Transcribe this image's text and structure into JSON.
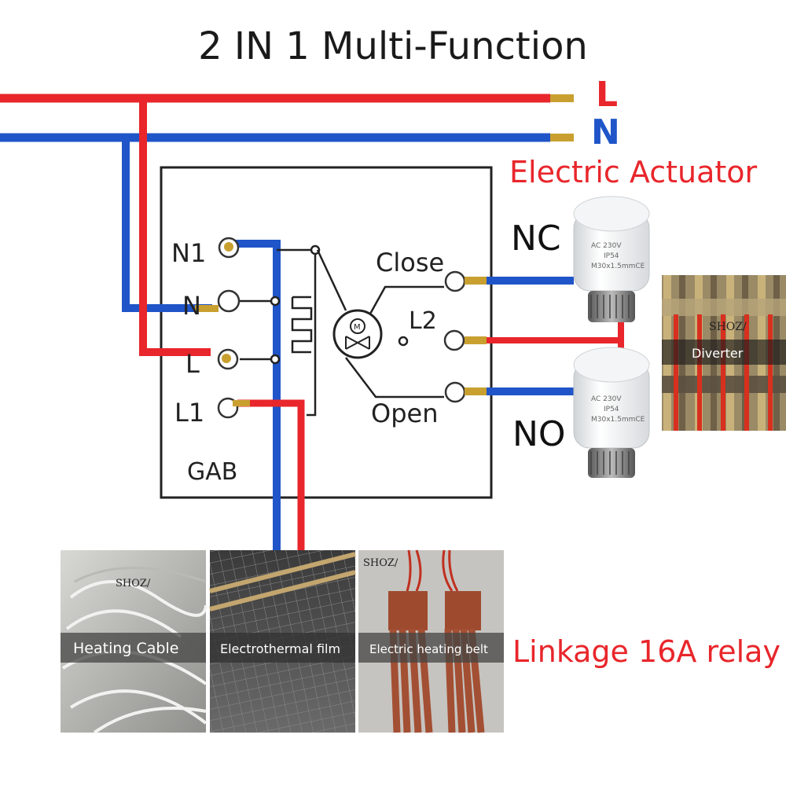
{
  "title": "2 IN 1 Multi-Function",
  "lines": {
    "live": "L",
    "neutral": "N"
  },
  "actuator": {
    "heading": "Electric Actuator",
    "nc_label": "NC",
    "no_label": "NO",
    "body_text": [
      "AC 230V",
      "IP54",
      "M30x1.5mmCE"
    ]
  },
  "controller": {
    "name": "GAB",
    "terminals": {
      "n1": "N1",
      "n": "N",
      "l": "L",
      "l1": "L1",
      "close": "Close",
      "l2": "L2",
      "open": "Open"
    }
  },
  "diverter": {
    "label": "Diverter",
    "brand": "SHOZ/"
  },
  "loads": {
    "heading": "Linkage 16A relay",
    "brand": "SHOZ/",
    "items": [
      "Heating Cable",
      "Electrothermal film",
      "Electric heating belt"
    ]
  },
  "colors": {
    "live_wire": "#e8262b",
    "neutral_wire": "#1f55c8",
    "label_red": "#e8262b",
    "label_blue": "#1f55c8",
    "copper": "#c9a030"
  }
}
